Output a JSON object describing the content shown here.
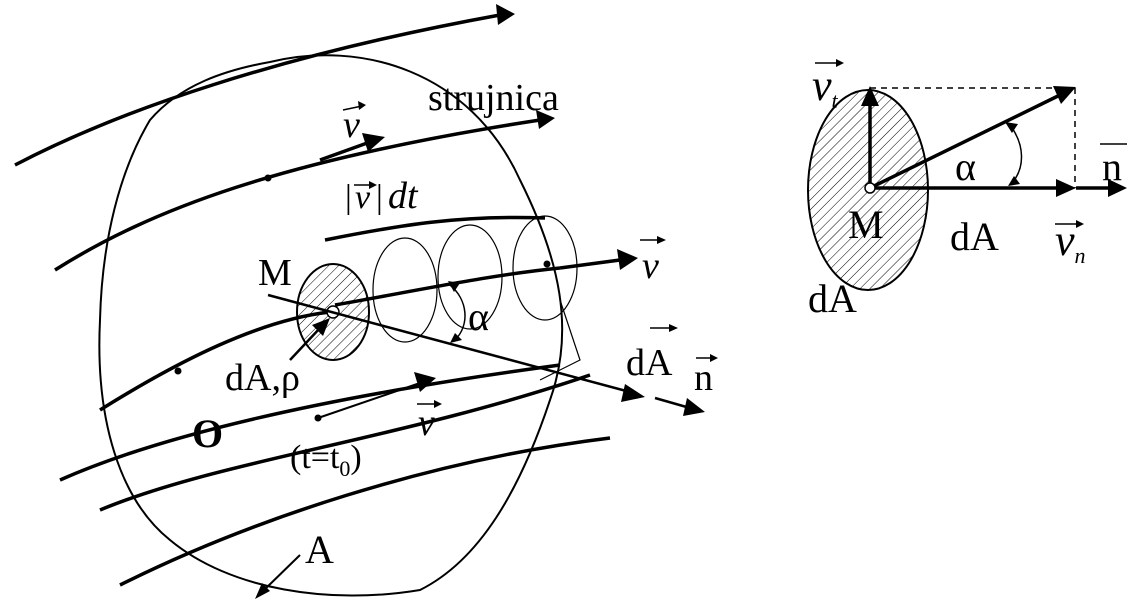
{
  "labels": {
    "streamline": "strujnica",
    "velocity": "v",
    "path_element": "dt",
    "point_m": "M",
    "alpha": "α",
    "area_density": "dA,ρ",
    "area_vector": "dA",
    "normal": "n",
    "origin": "O",
    "time_open": "(t=t",
    "time_sub": "0",
    "time_close": ")",
    "region": "A",
    "detail_vt": "v",
    "detail_vt_sub": "t",
    "detail_vn": "v",
    "detail_vn_sub": "n",
    "detail_point": "M",
    "detail_alpha": "α",
    "detail_da_axis": "dA",
    "detail_da_ellipse": "dA",
    "detail_normal": "n"
  }
}
